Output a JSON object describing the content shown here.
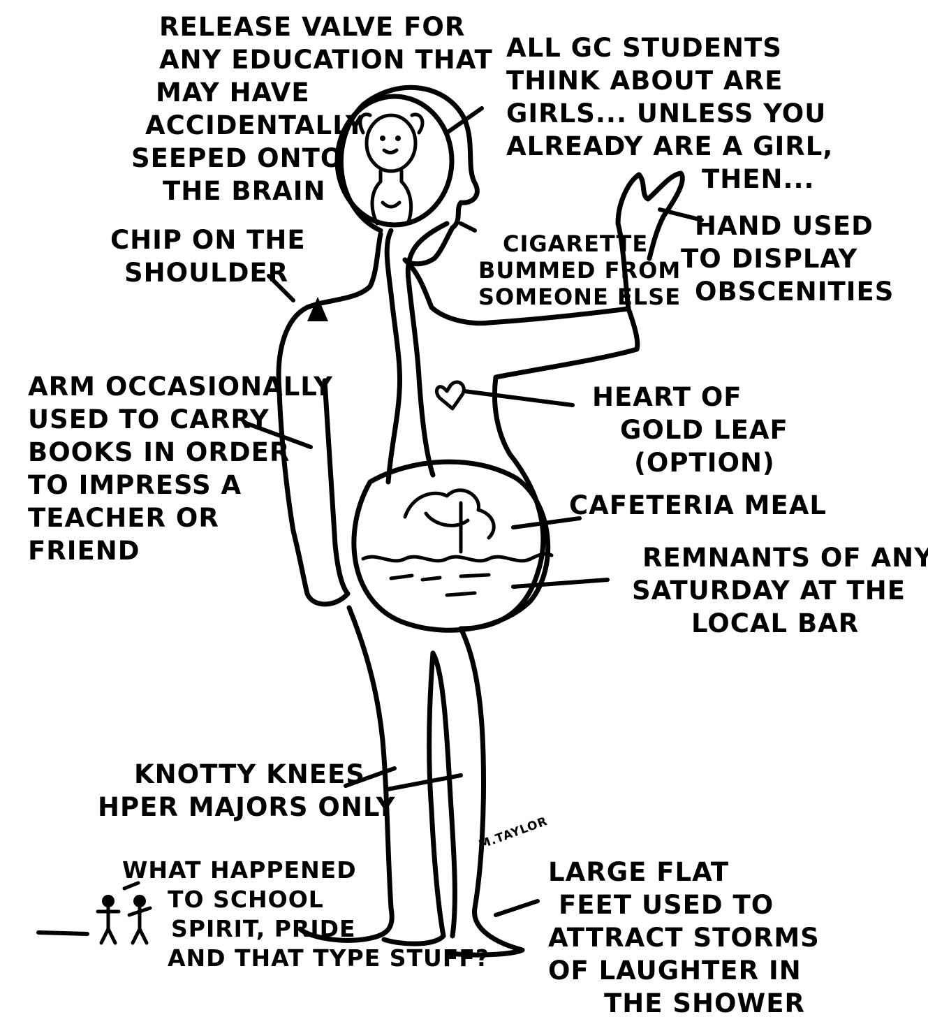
{
  "labels": {
    "release_valve": [
      "RELEASE VALVE FOR",
      "ANY EDUCATION THAT",
      "MAY HAVE",
      "ACCIDENTALLY",
      "SEEPED ONTO",
      "THE BRAIN"
    ],
    "all_gc_students": [
      "ALL GC STUDENTS",
      "THINK ABOUT ARE",
      "GIRLS... UNLESS YOU",
      "ALREADY ARE A GIRL,",
      "THEN..."
    ],
    "hand_used": [
      "HAND USED",
      "TO DISPLAY",
      "OBSCENITIES"
    ],
    "chip_on_shoulder": [
      "CHIP ON THE",
      "SHOULDER"
    ],
    "cigarette": [
      "CIGARETTE",
      "BUMMED FROM",
      "SOMEONE ELSE"
    ],
    "arm": [
      "ARM OCCASIONALLY",
      "USED TO CARRY",
      "BOOKS IN ORDER",
      "TO IMPRESS A",
      "TEACHER OR",
      "FRIEND"
    ],
    "heart": [
      "HEART OF",
      "GOLD LEAF",
      "(OPTION)"
    ],
    "cafeteria": [
      "CAFETERIA MEAL"
    ],
    "remnants": [
      "REMNANTS OF ANY",
      "SATURDAY AT THE",
      "LOCAL BAR"
    ],
    "knotty": [
      "KNOTTY KNEES",
      "HPER MAJORS ONLY"
    ],
    "school_spirit": [
      "WHAT HAPPENED",
      "TO SCHOOL",
      "SPIRIT, PRIDE",
      "AND THAT TYPE STUFF?"
    ],
    "feet": [
      "LARGE FLAT",
      "FEET USED TO",
      "ATTRACT STORMS",
      "OF LAUGHTER IN",
      "THE SHOWER"
    ],
    "signature": "M.TAYLOR"
  }
}
